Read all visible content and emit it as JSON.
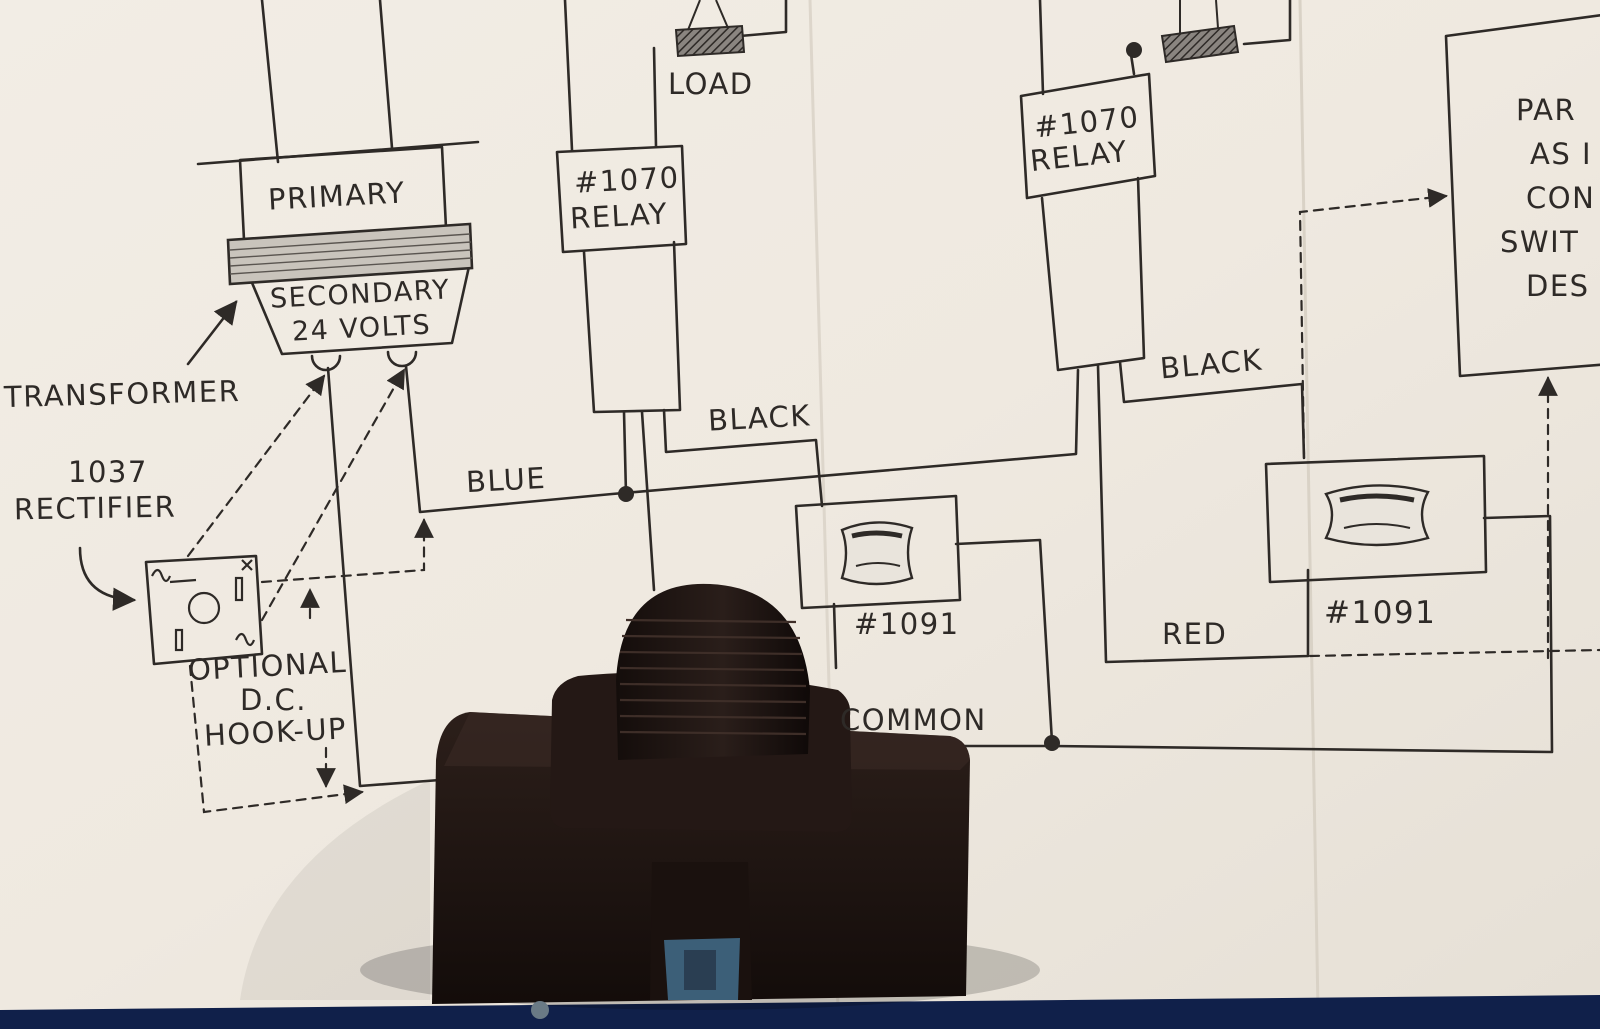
{
  "labels": {
    "load": "LOAD",
    "primary": "PRIMARY",
    "secondary": "SECONDARY",
    "volts": "24 VOLTS",
    "transformer": "TRANSFORMER",
    "rectifier_num": "1037",
    "rectifier": "RECTIFIER",
    "optional": "OPTIONAL",
    "dc": "D.C.",
    "hookup": "HOOK-UP",
    "relay1_num": "#1070",
    "relay1": "RELAY",
    "relay2_num": "#1070",
    "relay2": "RELAY",
    "blue": "BLUE",
    "black1": "BLACK",
    "black2": "BLACK",
    "red": "RED",
    "common": "COMMON",
    "switch1": "#1091",
    "switch2": "#1091",
    "panel_l1": "PAR",
    "panel_l2": "AS I",
    "panel_l3": "CON",
    "panel_l4": "SWIT",
    "panel_l5": "DES"
  },
  "colors": {
    "paper": "#f1ece4",
    "ink": "#2e2a27",
    "switch_body": "#1f1512",
    "fabric": "#10204a"
  },
  "icons": {
    "rocker": "rocker-switch-icon",
    "rectifier": "rectifier-symbol-icon",
    "bulb": "lamp-socket-icon",
    "arrow": "arrow-icon"
  }
}
